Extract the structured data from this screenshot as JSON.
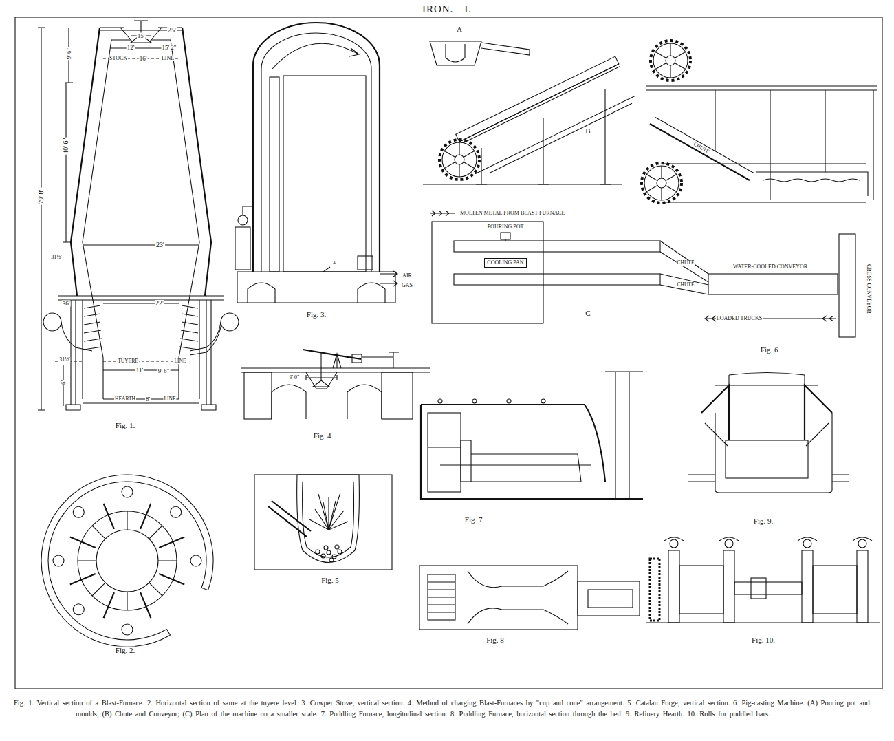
{
  "diagram": {
    "title": "IRON.—I.",
    "caption": "Fig. 1. Vertical section of a Blast-Furnace. 2. Horizontal section of same at the tuyere level. 3. Cowper Stove, vertical section. 4. Method of charging Blast-Furnaces by \"cup and cone\" arrangement. 5. Catalan Forge, vertical section. 6. Pig-casting Machine. (A) Pouring pot and moulds; (B) Chute and Conveyor; (C) Plan of the machine on a smaller scale. 7. Puddling Furnace, longitudinal section. 8. Puddling Furnace, horizontal section through the bed. 9. Refinery Hearth. 10. Rolls for puddled bars.",
    "nodes": [
      {
        "text": [
          "COOLING PAN"
        ]
      }
    ],
    "labels": [
      "25'",
      "15'",
      "9' 6\"",
      "12'",
      "15' 2\"",
      "STOCK",
      "16'",
      "LINE",
      "40' 6\"",
      "79' 8\"",
      "23'",
      "31½'",
      "36'",
      "22'",
      "31½'",
      "TUYERE",
      "LINE",
      "11'",
      "9' 6\"",
      "6'",
      "HEARTH",
      "8'",
      "LINE",
      "Fig. 1.",
      "Fig. 2.",
      "A",
      "AIR",
      "GAS",
      "Fig. 3.",
      "9' 0\"",
      "Fig. 4.",
      "Fig. 5",
      "A",
      "B",
      "CHUTE",
      "MOLTEN METAL FROM BLAST FURNACE",
      "POURING POT",
      "C",
      "CHUTE",
      "CHUTE",
      "WATER-COOLED CONVEYOR",
      "LOADED TRUCKS",
      "CROSS CONVEYOR",
      "Fig. 6.",
      "Fig. 7.",
      "Fig. 8",
      "Fig. 9.",
      "Fig. 10."
    ]
  }
}
